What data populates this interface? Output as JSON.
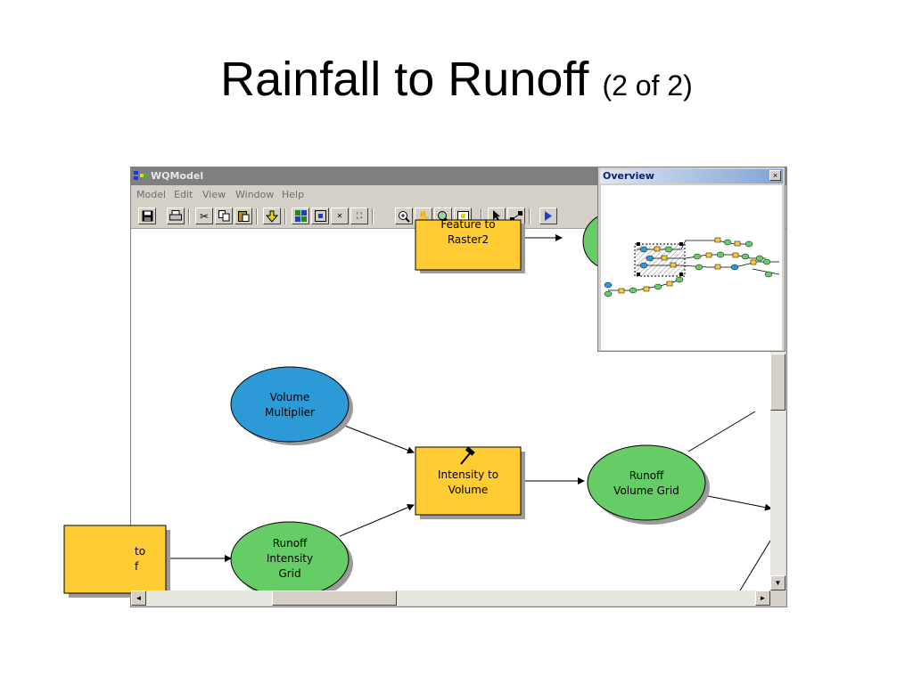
{
  "slide": {
    "title": "Rainfall to Runoff",
    "subtitle": "(2 of 2)"
  },
  "window": {
    "title": "WQModel",
    "menu": [
      "Model",
      "Edit",
      "View",
      "Window",
      "Help"
    ]
  },
  "toolbar": {
    "buttons": [
      "save",
      "print",
      "cut",
      "copy",
      "paste",
      "add-data",
      "grid-view",
      "full-extent",
      "zoom-in-fixed",
      "zoom-out-fixed",
      "zoom-in",
      "pan",
      "zoom-layer",
      "select-elements",
      "pointer",
      "connect",
      "run"
    ]
  },
  "model": {
    "nodes": {
      "feature_to_raster": "Feature to\nRaster2",
      "volume_multiplier": "Volume\nMultiplier",
      "intensity_to_volume": "Intensity to\nVolume",
      "runoff_volume_grid": "Runoff\nVolume Grid",
      "runoff_intensity_grid": "Runoff\nIntensity\nGrid",
      "partial_tool": "to\nf"
    }
  },
  "overview": {
    "title": "Overview",
    "close_label": "×"
  },
  "scrollbar": {
    "up": "▲",
    "down": "▼",
    "left": "◄",
    "right": "►"
  },
  "colors": {
    "process": "#ffcc33",
    "input_blue": "#2b9ad6",
    "derived_green": "#66cc66",
    "titlebar": "#808080",
    "overview_title": "#7fa3d6"
  }
}
